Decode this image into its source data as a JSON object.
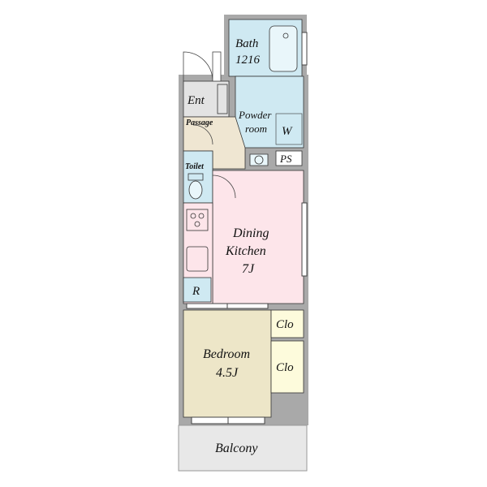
{
  "rooms": {
    "bath": {
      "name": "Bath",
      "size": "1216"
    },
    "entrance": {
      "name": "Ent"
    },
    "powder": {
      "name_line1": "Powder",
      "name_line2": "room"
    },
    "washer": {
      "name": "W"
    },
    "passage": {
      "name": "Passage"
    },
    "ps": {
      "name": "PS"
    },
    "toilet": {
      "name": "Toilet"
    },
    "dining": {
      "name_line1": "Dining",
      "name_line2": "Kitchen",
      "size": "7J"
    },
    "fridge": {
      "name": "R"
    },
    "closet_top": {
      "name": "Clo"
    },
    "closet_bottom": {
      "name": "Clo"
    },
    "bedroom": {
      "name": "Bedroom",
      "size": "4.5J"
    },
    "balcony": {
      "name": "Balcony"
    }
  },
  "colors": {
    "wall": "#a9a9a9",
    "wet_area": "#cfe9f2",
    "entrance": "#e3e3e3",
    "passage": "#efe6d2",
    "dining_kitchen": "#fde5ea",
    "bedroom": "#ede6c8",
    "closet": "#fdfbdc",
    "balcony": "#e8e8e8"
  }
}
